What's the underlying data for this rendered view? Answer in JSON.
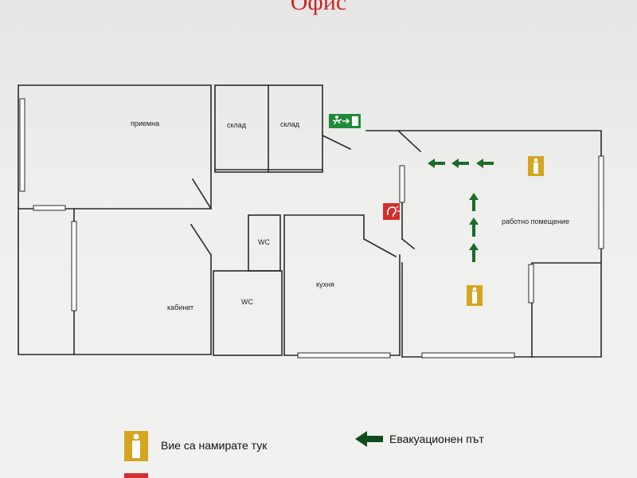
{
  "title": "Офис",
  "rooms": {
    "reception": "приемна",
    "storage_1": "склад",
    "storage_2": "склад",
    "office": "кабинет",
    "wc_1": "WC",
    "wc_2": "WC",
    "kitchen": "кухня",
    "workspace": "работно помещение"
  },
  "legend": {
    "you_are_here": "Вие са намирате тук",
    "evacuation_route": "Евакуационен път"
  },
  "colors": {
    "title": "#c62828",
    "wall": "#2a2a2a",
    "arrow": "#1b6b2a",
    "you_are_here": "#d4a521",
    "exit_sign": "#1f8a3a",
    "alarm_sign": "#d32f2f"
  },
  "icons": {
    "you_are_here": "person-icon",
    "exit_sign": "emergency-exit-icon",
    "alarm_sign": "fire-alarm-icon",
    "arrow": "arrow-icon"
  }
}
